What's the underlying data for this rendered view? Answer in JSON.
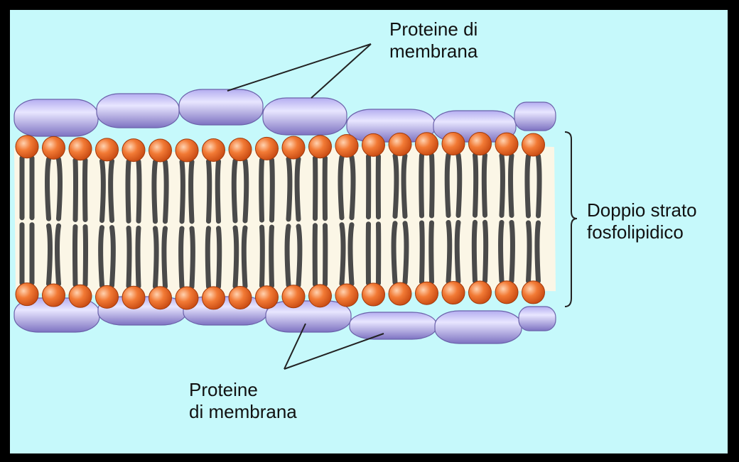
{
  "labels": {
    "top_proteins_line1": "Proteine di",
    "top_proteins_line2": "membrana",
    "bilayer_line1": "Doppio strato",
    "bilayer_line2": "fosfolipidico",
    "bottom_proteins_line1": "Proteine",
    "bottom_proteins_line2": "di membrana"
  },
  "colors": {
    "background": "#c6f9fb",
    "frame": "#000000",
    "protein": "#8f86cc",
    "phospholipid_head": "#ef6a2a",
    "lipid_tail": "#4a4a4a",
    "bilayer_interior": "#fbf6e6"
  }
}
